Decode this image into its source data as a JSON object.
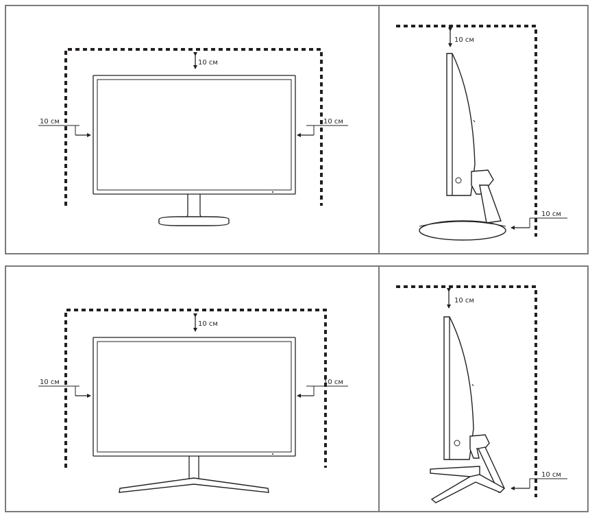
{
  "labels": {
    "p1_top": "10 см",
    "p1_left": "10 см",
    "p1_right": "10 см",
    "p2_top": "10 см",
    "p2_back": "10 см",
    "p3_top": "10 см",
    "p3_left": "10 см",
    "p3_right": "10 см",
    "p4_top": "10 см",
    "p4_back": "10 см"
  }
}
